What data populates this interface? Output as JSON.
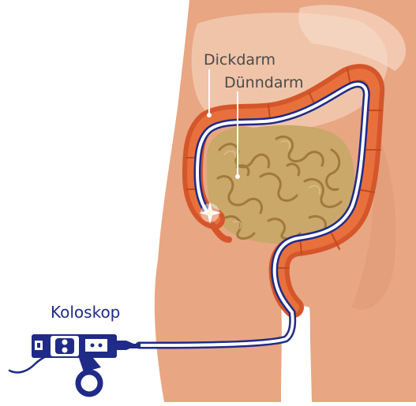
{
  "labels": {
    "colon": "Dickdarm",
    "small_intestine": "Dünndarm",
    "colonoscope": "Koloskop"
  },
  "colors": {
    "skin": "#e8a683",
    "skin_shadow": "#d9906c",
    "colon_outer": "#d4562a",
    "colon_inner": "#e8703c",
    "small_intestine": "#c9a86a",
    "small_intestine_edge": "#a07a3c",
    "scope": "#1f2b86",
    "leader_line": "#ffffff",
    "label_dark": "#4a4a4a"
  },
  "icons": [
    "light-flare-icon",
    "control-button-icon"
  ]
}
